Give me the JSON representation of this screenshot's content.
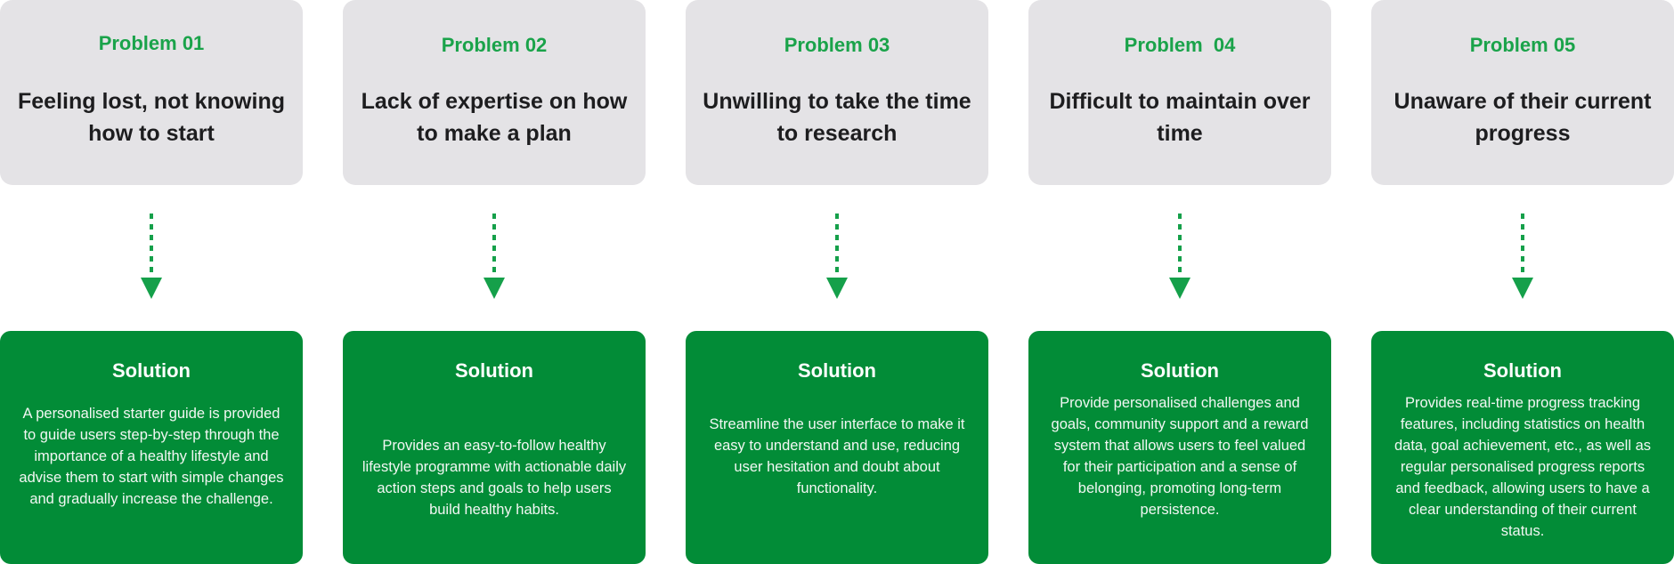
{
  "colors": {
    "accent_green": "#1aa34a",
    "solution_bg": "#028c37",
    "problem_bg": "#e4e3e6",
    "arrow": "#15a04a"
  },
  "columns": [
    {
      "problem_label": "Problem 01",
      "problem_title": "Feeling lost, not knowing how to start",
      "arrow_icon": "dashed-down-arrow",
      "solution_title": "Solution",
      "solution_body": "A personalised starter guide is provided to guide users step-by-step through the importance of a healthy lifestyle and advise them to start with simple changes and gradually increase the challenge."
    },
    {
      "problem_label": "Problem 02",
      "problem_title": "Lack of expertise on how to make a plan",
      "arrow_icon": "dashed-down-arrow",
      "solution_title": "Solution",
      "solution_body": "Provides an easy-to-follow healthy lifestyle programme with actionable daily action steps and goals to help users build healthy habits."
    },
    {
      "problem_label": "Problem 03",
      "problem_title": "Unwilling to take the time to research",
      "arrow_icon": "dashed-down-arrow",
      "solution_title": "Solution",
      "solution_body": "Streamline the user interface to make it easy to understand and use, reducing user hesitation and doubt about functionality."
    },
    {
      "problem_label": "Problem  04",
      "problem_title": "Difficult to maintain over time",
      "arrow_icon": "dashed-down-arrow",
      "solution_title": "Solution",
      "solution_body": "Provide personalised challenges and goals, community support and a reward system that allows users to feel valued for their participation and a sense of belonging, promoting long-term persistence."
    },
    {
      "problem_label": "Problem 05",
      "problem_title": "Unaware of their current progress",
      "arrow_icon": "dashed-down-arrow",
      "solution_title": "Solution",
      "solution_body": "Provides real-time progress tracking features, including statistics on health data, goal achievement, etc., as well as regular personalised progress reports and feedback, allowing users to have a clear understanding of their current status."
    }
  ]
}
